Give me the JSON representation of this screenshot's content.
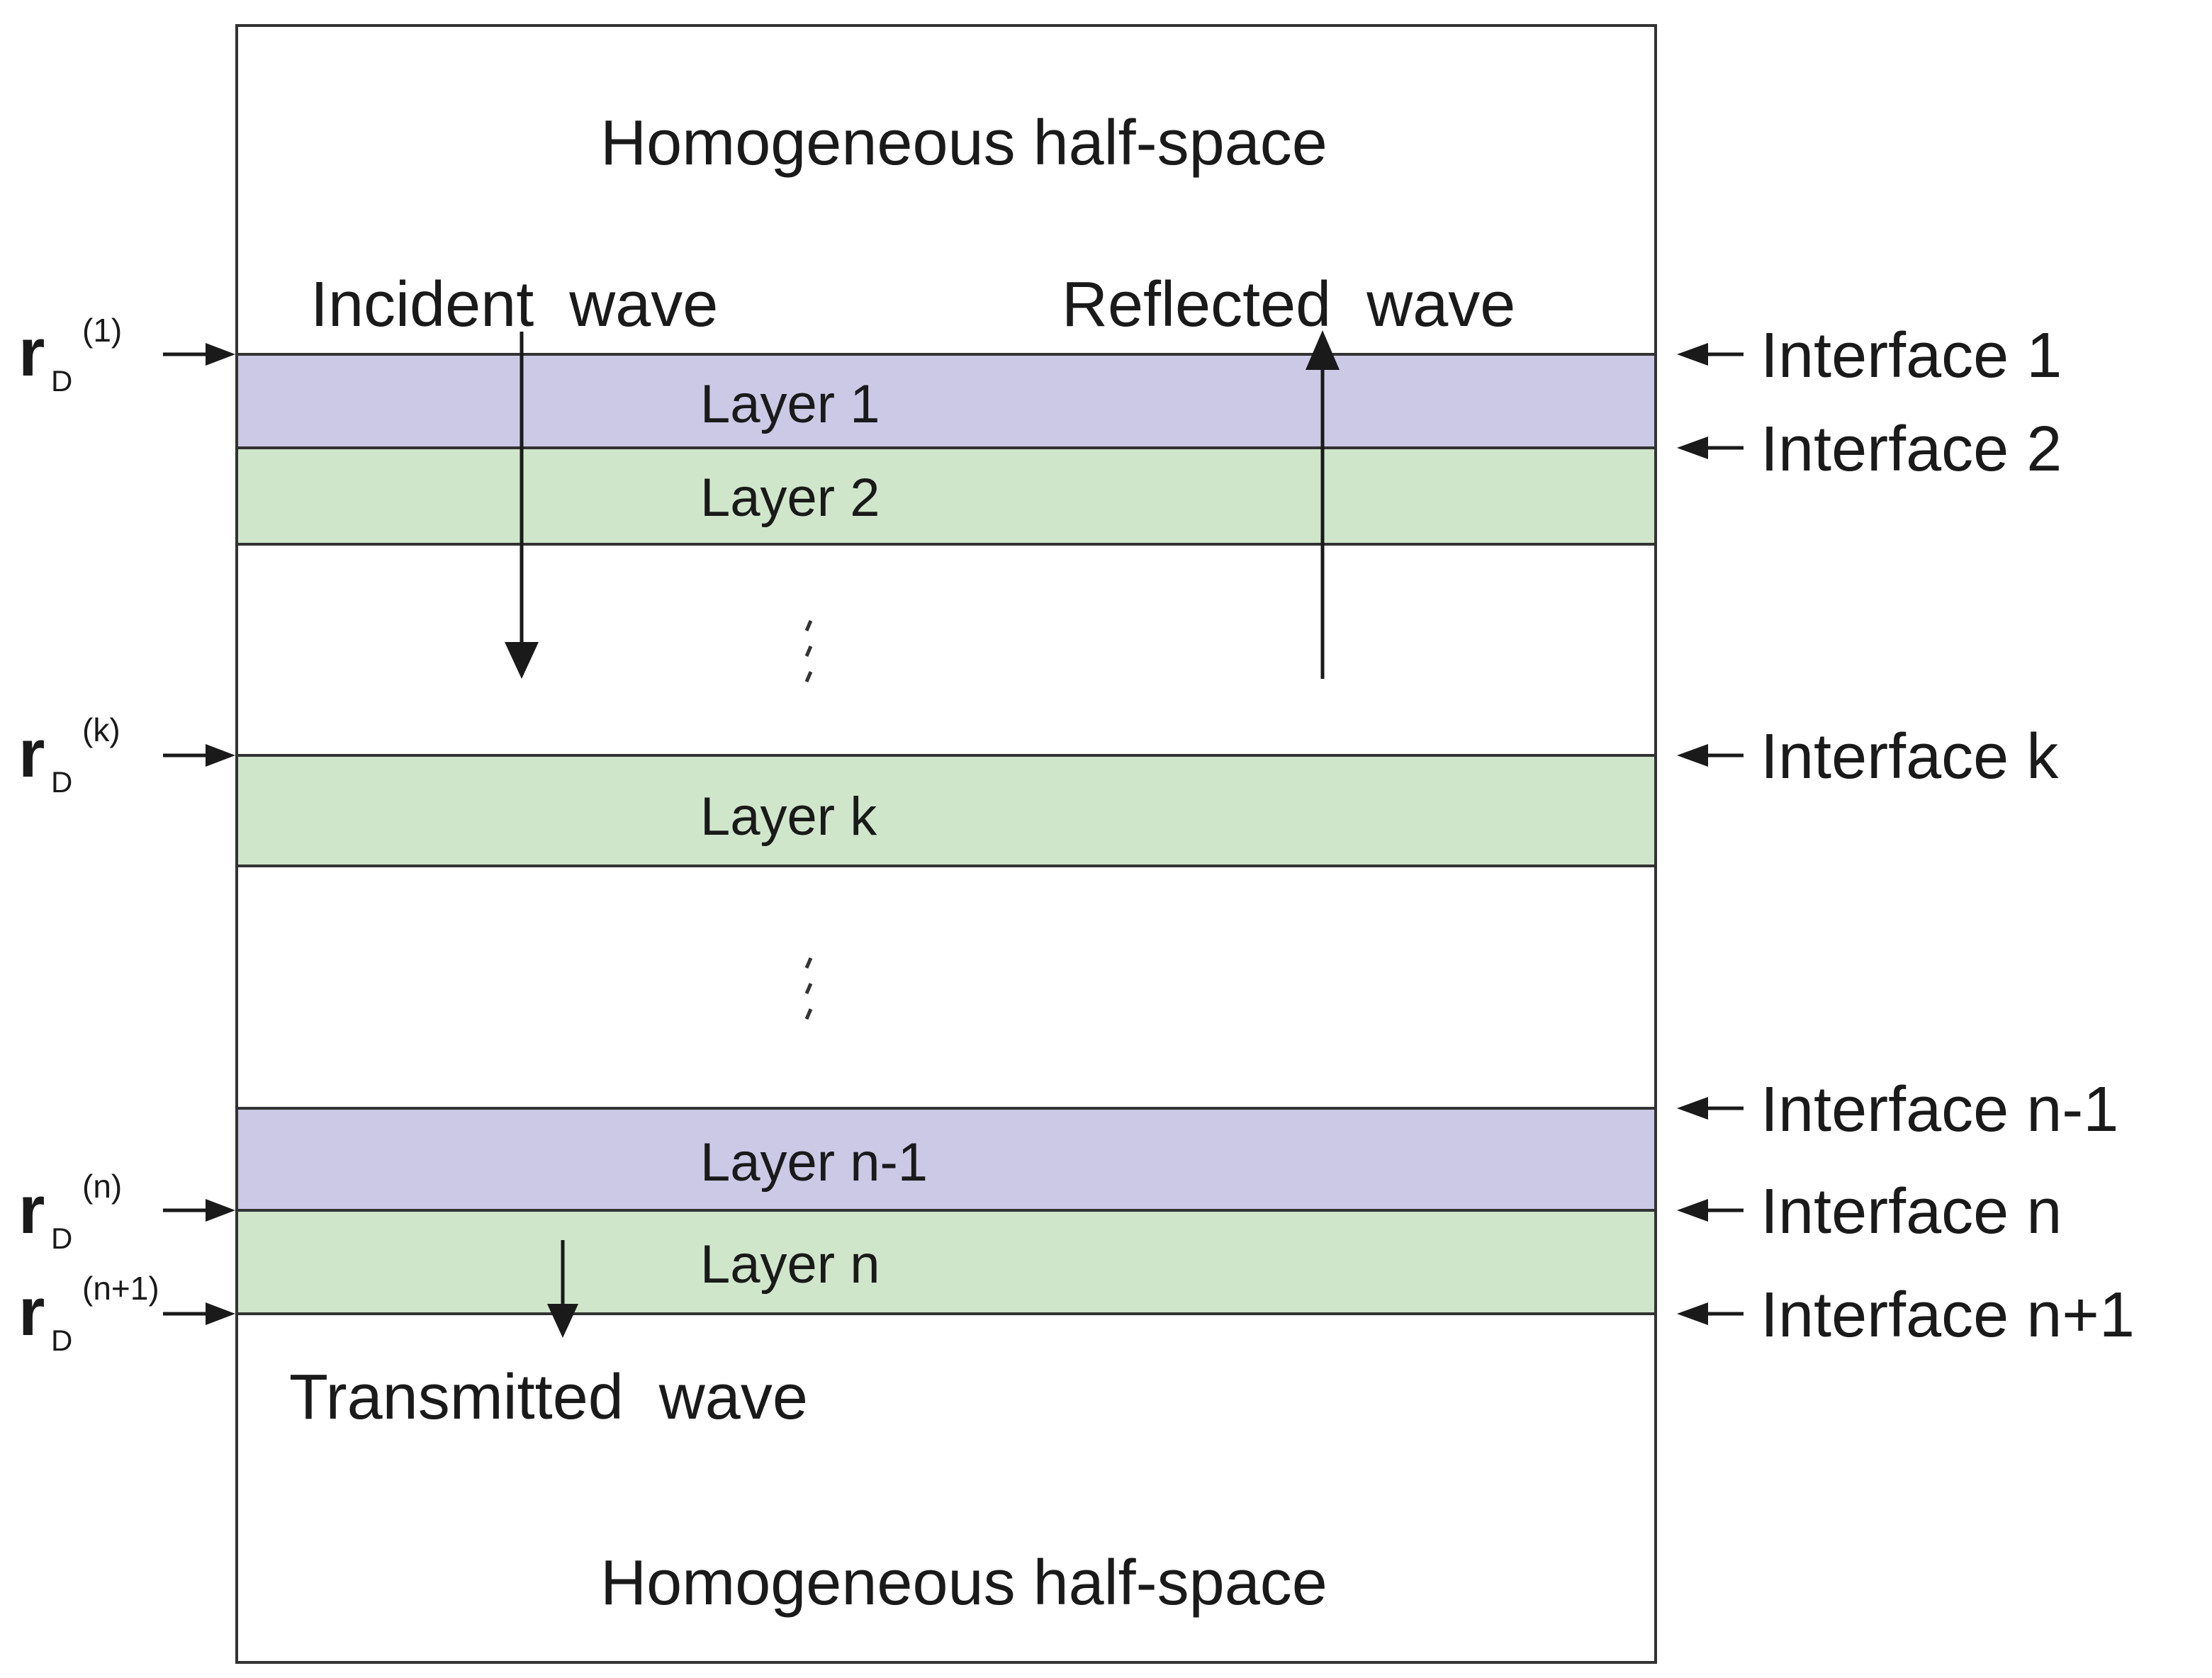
{
  "top_halfspace": "Homogeneous half-space",
  "bottom_halfspace": "Homogeneous half-space",
  "waves": {
    "incident": "Incident  wave",
    "reflected": "Reflected  wave",
    "transmitted": "Transmitted  wave"
  },
  "layers": [
    {
      "label": "Layer 1",
      "color": "#cbc9e6"
    },
    {
      "label": "Layer 2",
      "color": "#cfe6ca"
    },
    {
      "label": "Layer k",
      "color": "#cfe6ca"
    },
    {
      "label": "Layer n-1",
      "color": "#cbc9e6"
    },
    {
      "label": "Layer n",
      "color": "#cfe6ca"
    }
  ],
  "interfaces": [
    "Interface 1",
    "Interface 2",
    "Interface k",
    "Interface n-1",
    "Interface n",
    "Interface n+1"
  ],
  "r_labels": [
    {
      "main": "r",
      "sub": "D",
      "sup": "(1)"
    },
    {
      "main": "r",
      "sub": "D",
      "sup": "(k)"
    },
    {
      "main": "r",
      "sub": "D",
      "sup": "(n)"
    },
    {
      "main": "r",
      "sub": "D",
      "sup": "(n+1)"
    }
  ],
  "ellipsis_icon": "vertical-dots"
}
